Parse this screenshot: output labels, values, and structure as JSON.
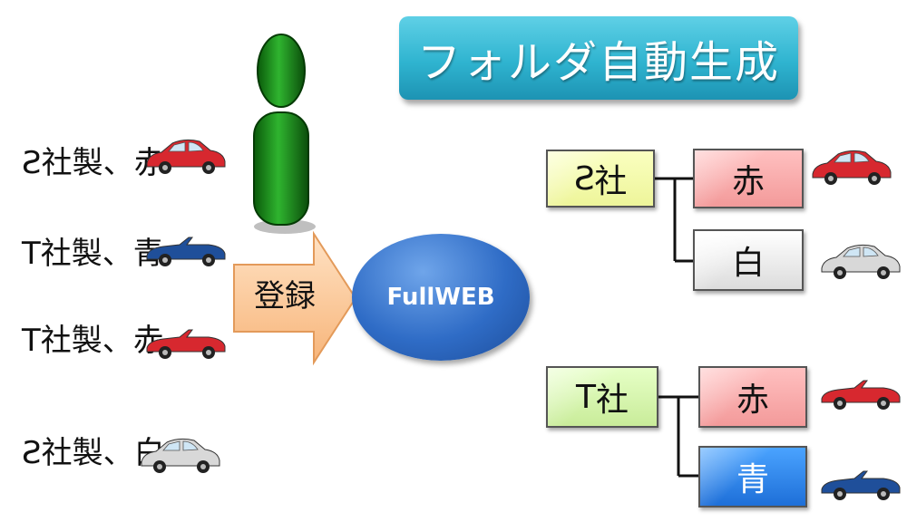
{
  "title": "フォルダ自動生成",
  "inputs": [
    {
      "maker": "S",
      "rest": "社製、赤",
      "color": "#d7282f"
    },
    {
      "maker": "T",
      "rest": "社製、青",
      "color": "#1f4f9a"
    },
    {
      "maker": "T",
      "rest": "社製、赤",
      "color": "#d7282f"
    },
    {
      "maker": "S",
      "rest": "社製、白",
      "color": "#d8d8d8"
    }
  ],
  "arrow_label": "登録",
  "system_label": "FullWEB",
  "tree": [
    {
      "maker": "S",
      "suffix": "社",
      "children": [
        {
          "label": "赤",
          "car_color": "#d7282f"
        },
        {
          "label": "白",
          "car_color": "#d8d8d8"
        }
      ]
    },
    {
      "maker": "T",
      "suffix": "社",
      "children": [
        {
          "label": "赤",
          "car_color": "#d7282f"
        },
        {
          "label": "青",
          "car_color": "#1f4f9a"
        }
      ]
    }
  ]
}
